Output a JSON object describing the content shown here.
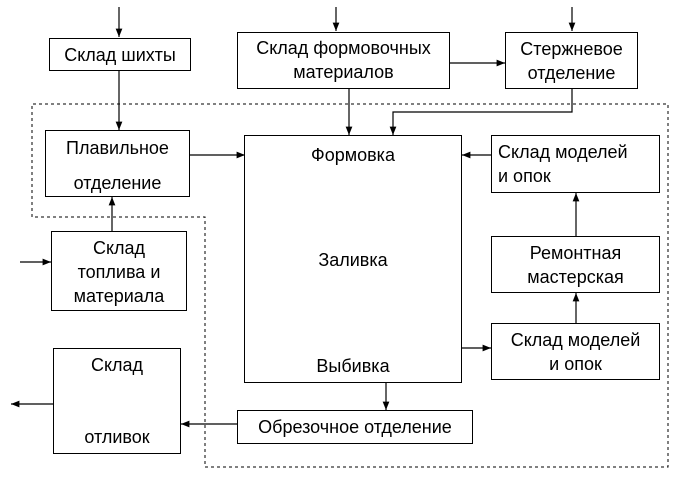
{
  "diagram": {
    "nodes": {
      "sklad_shikhty": "Склад шихты",
      "sklad_formovochnykh_1": "Склад формовочных",
      "sklad_formovochnykh_2": "материалов",
      "sterzhnevoe_1": "Стержневое",
      "sterzhnevoe_2": "отделение",
      "plavilnoe_1": "Плавильное",
      "plavilnoe_2": "отделение",
      "formovka": "Формовка",
      "zalivka": "Заливка",
      "vybivka": "Выбивка",
      "sklad_modeley_top_1": "Склад моделей",
      "sklad_modeley_top_2": "и опок",
      "remontnaya_1": "Ремонтная",
      "remontnaya_2": "мастерская",
      "sklad_modeley_bottom_1": "Склад моделей",
      "sklad_modeley_bottom_2": "и опок",
      "sklad_topliva_1": "Склад",
      "sklad_topliva_2": "топлива и",
      "sklad_topliva_3": "материала",
      "sklad_otlivok_1": "Склад",
      "sklad_otlivok_2": "отливок",
      "obreznoe": "Обрезочное отделение"
    }
  }
}
